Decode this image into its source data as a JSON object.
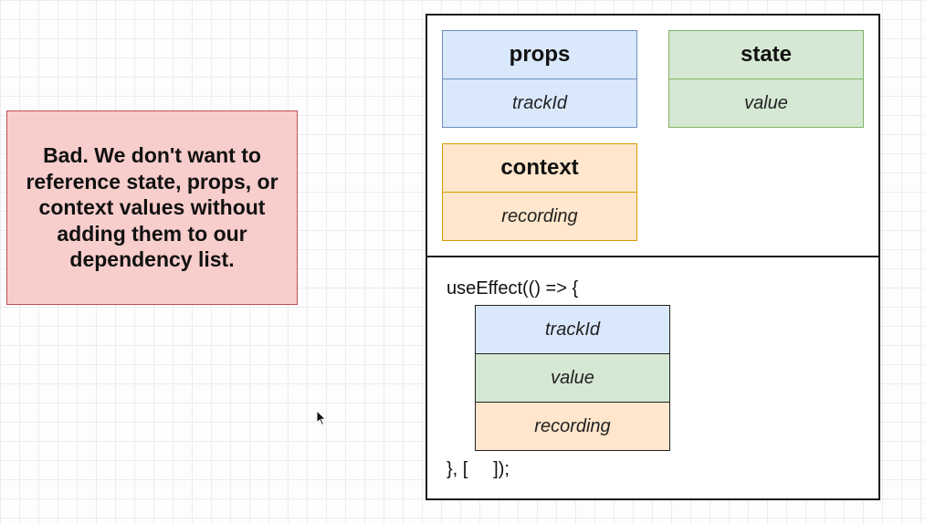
{
  "note": {
    "text": "Bad.  We don't want to reference state, props, or context values without adding them to our dependency list."
  },
  "cards": {
    "props": {
      "title": "props",
      "value": "trackId"
    },
    "state": {
      "title": "state",
      "value": "value"
    },
    "context": {
      "title": "context",
      "value": "recording"
    }
  },
  "effect": {
    "open": "useEffect(() => {",
    "close": "}, [     ]);",
    "items": [
      "trackId",
      "value",
      "recording"
    ]
  },
  "colors": {
    "note_fill": "#f8cecc",
    "note_border": "#b85450",
    "blue_fill": "#dae8fc",
    "blue_border": "#6c8ebf",
    "green_fill": "#d5e8d4",
    "green_border": "#82b366",
    "orange_fill": "#ffe6cc",
    "orange_border": "#d79b00"
  },
  "icons": {
    "cursor": "mouse-pointer-icon"
  }
}
